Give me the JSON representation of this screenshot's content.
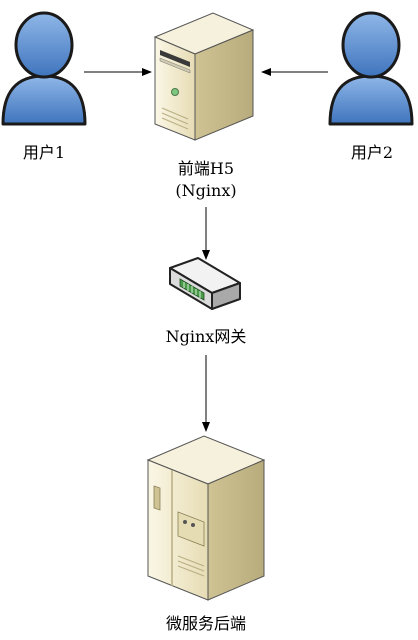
{
  "nodes": {
    "user1": {
      "label": "用户1",
      "icon": "user-icon"
    },
    "user2": {
      "label": "用户2",
      "icon": "user-icon"
    },
    "frontend": {
      "label_line1": "前端H5",
      "label_line2": "(Nginx)",
      "icon": "server-tower-icon"
    },
    "gateway": {
      "label": "Nginx网关",
      "icon": "network-switch-icon"
    },
    "backend": {
      "label": "微服务后端",
      "icon": "server-cabinet-icon"
    }
  },
  "colors": {
    "user_fill": "#5b8fd3",
    "user_stroke": "#1a1a1a",
    "server_light": "#f2ecd2",
    "server_shade": "#d7cca2",
    "server_dark": "#b9ad82",
    "arrow": "#000000"
  }
}
